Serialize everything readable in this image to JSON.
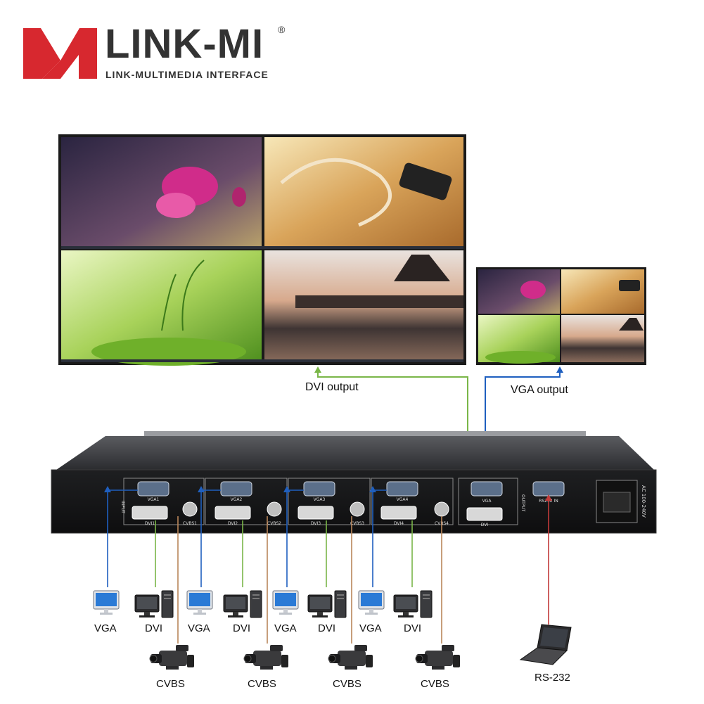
{
  "brand": {
    "name": "LINK-MI",
    "registered": "®",
    "tagline": "LINK-MULTIMEDIA INTERFACE",
    "colors": {
      "red": "#d7282f",
      "text": "#333333"
    }
  },
  "outputs": {
    "dvi": "DVI output",
    "vga": "VGA output"
  },
  "device": {
    "input_label": "INPUT",
    "output_label": "OUTPUT",
    "power_label": "AC 100-240V",
    "rs232_port": "RS232 IN",
    "groups": [
      {
        "vga": "VGA1",
        "dvi": "DVI1",
        "cvbs": "CVBS1"
      },
      {
        "vga": "VGA2",
        "dvi": "DVI2",
        "cvbs": "CVBS2"
      },
      {
        "vga": "VGA3",
        "dvi": "DVI3",
        "cvbs": "CVBS3"
      },
      {
        "vga": "VGA4",
        "dvi": "DVI4",
        "cvbs": "CVBS4"
      }
    ],
    "out_vga": "VGA",
    "out_dvi": "DVI"
  },
  "sources": [
    {
      "vga": "VGA",
      "dvi": "DVI",
      "cvbs": "CVBS"
    },
    {
      "vga": "VGA",
      "dvi": "DVI",
      "cvbs": "CVBS"
    },
    {
      "vga": "VGA",
      "dvi": "DVI",
      "cvbs": "CVBS"
    },
    {
      "vga": "VGA",
      "dvi": "DVI",
      "cvbs": "CVBS"
    }
  ],
  "control": {
    "rs232": "RS-232"
  },
  "colors": {
    "vga_cable": "#1f5fbf",
    "dvi_cable": "#7ab648",
    "cvbs_cable": "#b9865a",
    "rs232_cable": "#c23a3a"
  },
  "icons": {
    "logo": "link-mi-logo-icon",
    "monitor": "lcd-monitor-icon",
    "pc": "desktop-pc-icon",
    "camera": "camcorder-icon",
    "laptop": "laptop-icon"
  }
}
